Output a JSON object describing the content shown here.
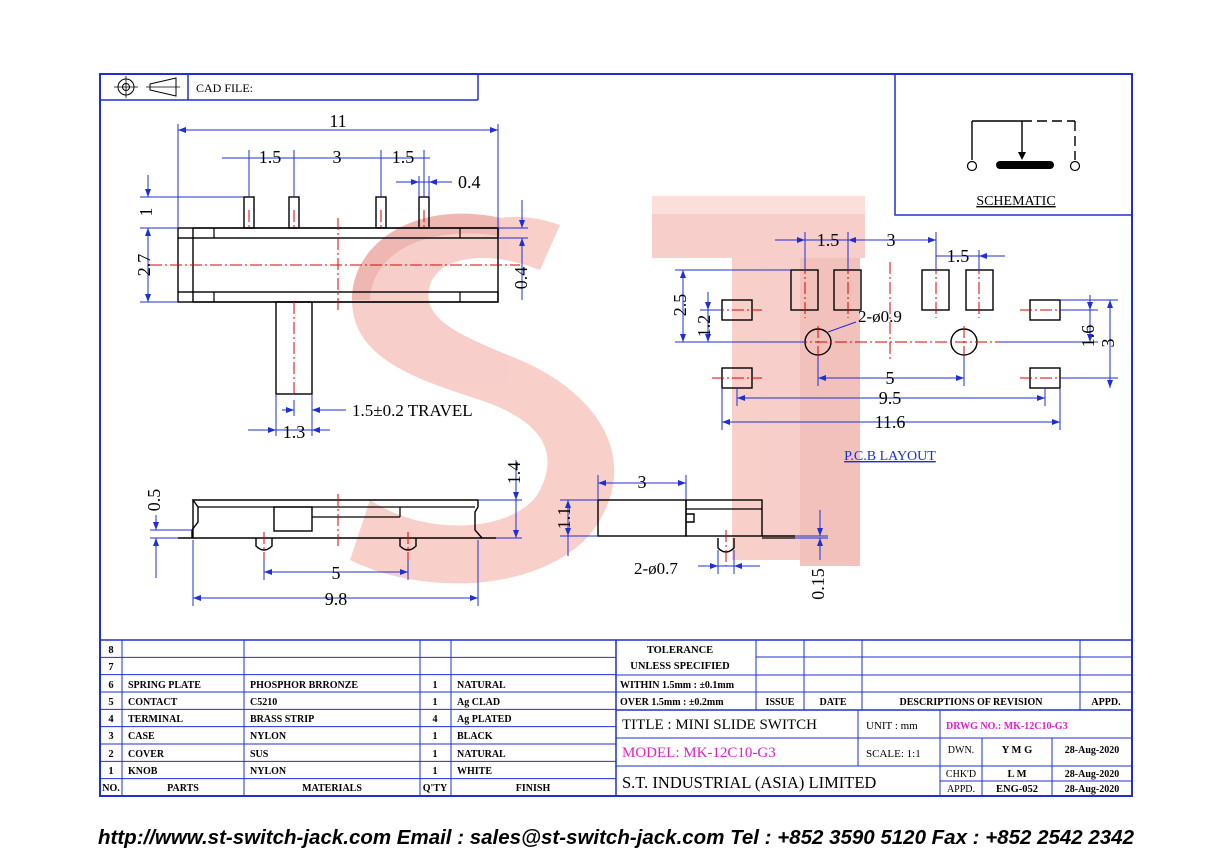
{
  "header": {
    "cad_file_label": "CAD FILE:"
  },
  "schematic": {
    "label": "SCHEMATIC"
  },
  "pcb": {
    "label": "P.C.B LAYOUT"
  },
  "dims": {
    "top_11": "11",
    "top_1_5_a": "1.5",
    "top_3": "3",
    "top_1_5_b": "1.5",
    "top_0_4": "0.4",
    "left_1": "1",
    "left_2_7": "2.7",
    "right_0_4": "0.4",
    "travel": "1.5±0.2 TRAVEL",
    "knob_1_3": "1.3",
    "side_0_5": "0.5",
    "side_1_4": "1.4",
    "side_5": "5",
    "side_9_8": "9.8",
    "end_3": "3",
    "end_1_1": "1.1",
    "end_hole": "2-ø0.7",
    "end_0_15": "0.15",
    "pcb_1_5_a": "1.5",
    "pcb_3": "3",
    "pcb_1_5_b": "1.5",
    "pcb_2_5": "2.5",
    "pcb_1_2": "1.2",
    "pcb_hole": "2-ø0.9",
    "pcb_5": "5",
    "pcb_9_5": "9.5",
    "pcb_11_6": "11.6",
    "pcb_1_6": "1.6",
    "pcb_3_right": "3"
  },
  "bom": {
    "rows": [
      {
        "no": "8",
        "part": "",
        "material": "",
        "qty": "",
        "finish": ""
      },
      {
        "no": "7",
        "part": "",
        "material": "",
        "qty": "",
        "finish": ""
      },
      {
        "no": "6",
        "part": "SPRING PLATE",
        "material": "PHOSPHOR BRRONZE",
        "qty": "1",
        "finish": "NATURAL"
      },
      {
        "no": "5",
        "part": "CONTACT",
        "material": "C5210",
        "qty": "1",
        "finish": "Ag CLAD"
      },
      {
        "no": "4",
        "part": "TERMINAL",
        "material": "BRASS STRIP",
        "qty": "4",
        "finish": "Ag PLATED"
      },
      {
        "no": "3",
        "part": "CASE",
        "material": "NYLON",
        "qty": "1",
        "finish": "BLACK"
      },
      {
        "no": "2",
        "part": "COVER",
        "material": "SUS",
        "qty": "1",
        "finish": "NATURAL"
      },
      {
        "no": "1",
        "part": "KNOB",
        "material": "NYLON",
        "qty": "1",
        "finish": "WHITE"
      }
    ],
    "headers": {
      "no": "NO.",
      "part": "PARTS",
      "material": "MATERIALS",
      "qty": "Q'TY",
      "finish": "FINISH"
    }
  },
  "tolerance": {
    "title": "TOLERANCE",
    "subtitle": "UNLESS   SPECIFIED",
    "within": "WITHIN  1.5mm : ±0.1mm",
    "over": "OVER   1.5mm : ±0.2mm"
  },
  "revision": {
    "issue": "ISSUE",
    "date": "DATE",
    "desc": "DESCRIPTIONS OF REVISION",
    "appd": "APPD."
  },
  "title_block": {
    "title": "TITLE : MINI SLIDE SWITCH",
    "model": "MODEL: MK-12C10-G3",
    "company": "S.T.  INDUSTRIAL  (ASIA)  LIMITED",
    "unit": "UNIT :  mm",
    "scale": "SCALE:  1:1",
    "drwg_no": "DRWG NO.: MK-12C10-G3",
    "dwn_label": "DWN.",
    "dwn_name": "Y M G",
    "dwn_date": "28-Aug-2020",
    "chkd_label": "CHK'D",
    "chkd_name": "L M",
    "chkd_date": "28-Aug-2020",
    "appd_label": "APPD.",
    "appd_name": "ENG-052",
    "appd_date": "28-Aug-2020"
  },
  "footer": {
    "contact": "http://www.st-switch-jack.com  Email : sales@st-switch-jack.com  Tel : +852 3590 5120  Fax : +852 2542 2342"
  },
  "watermark": {
    "text": "ST"
  },
  "colors": {
    "frame": "#1f2fd6",
    "centerline": "#e00000",
    "highlight": "#e01ec8",
    "watermark": "#f08a80"
  }
}
